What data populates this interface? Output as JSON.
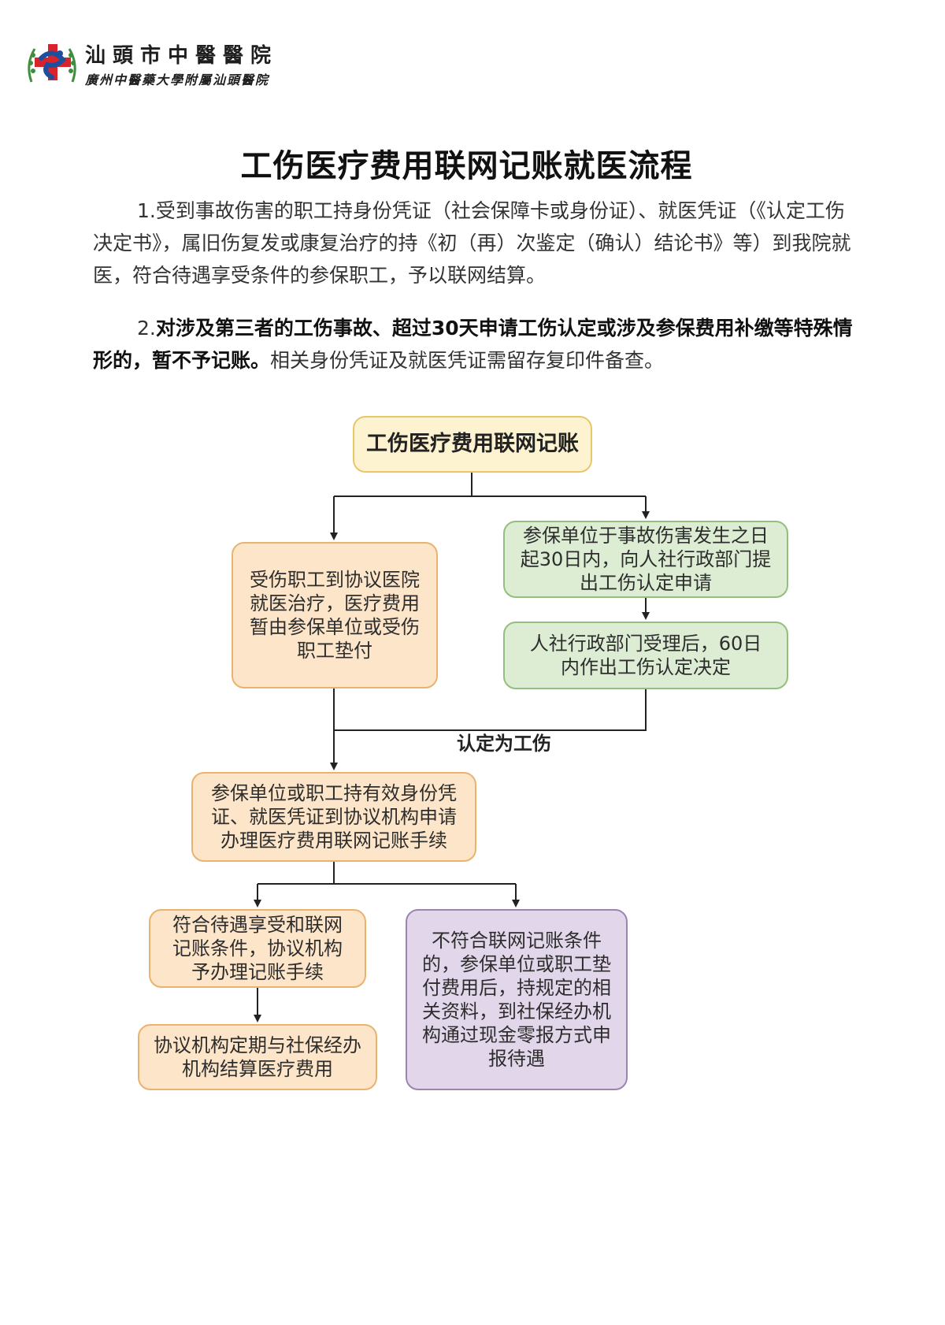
{
  "header": {
    "hospital_name": "汕頭市中醫醫院",
    "hospital_subtitle": "廣州中醫藥大學附屬汕頭醫院"
  },
  "title": "工伤医疗费用联网记账就医流程",
  "paragraphs": {
    "p1": "1.受到事故伤害的职工持身份凭证（社会保障卡或身份证）、就医凭证（《认定工伤决定书》，属旧伤复发或康复治疗的持《初（再）次鉴定（确认）结论书》等）到我院就医，符合待遇享受条件的参保职工，予以联网结算。",
    "p2_number": "2.",
    "p2_bold": "对涉及第三者的工伤事故、超过30天申请工伤认定或涉及参保费用补缴等特殊情形的，暂不予记账。",
    "p2_rest": "相关身份凭证及就医凭证需留存复印件备查。"
  },
  "flowchart": {
    "start": "工伤医疗费用联网记账",
    "injured_worker": "受伤职工到协议医院就医治疗，医疗费用暂由参保单位或受伤职工垫付",
    "apply_recognition": "参保单位于事故伤害发生之日起30日内，向人社行政部门提出工伤认定申请",
    "recognition_decision": "人社行政部门受理后，60日内作出工伤认定决定",
    "edge_label": "认定为工伤",
    "apply_account": "参保单位或职工持有效身份凭证、就医凭证到协议机构申请办理医疗费用联网记账手续",
    "eligible": "符合待遇享受和联网记账条件，协议机构予办理记账手续",
    "settlement": "协议机构定期与社保经办机构结算医疗费用",
    "not_eligible": "不符合联网记账条件的，参保单位或职工垫付费用后，持规定的相关资料，到社保经办机构通过现金零报方式申报待遇"
  },
  "colors": {
    "start_fill": "#fef3d0",
    "orange_fill": "#fde5c9",
    "green_fill": "#dcedd4",
    "purple_fill": "#e2d7ea",
    "logo_red": "#d9232a",
    "logo_blue": "#1f4f9c",
    "logo_green": "#3e8e3e"
  }
}
